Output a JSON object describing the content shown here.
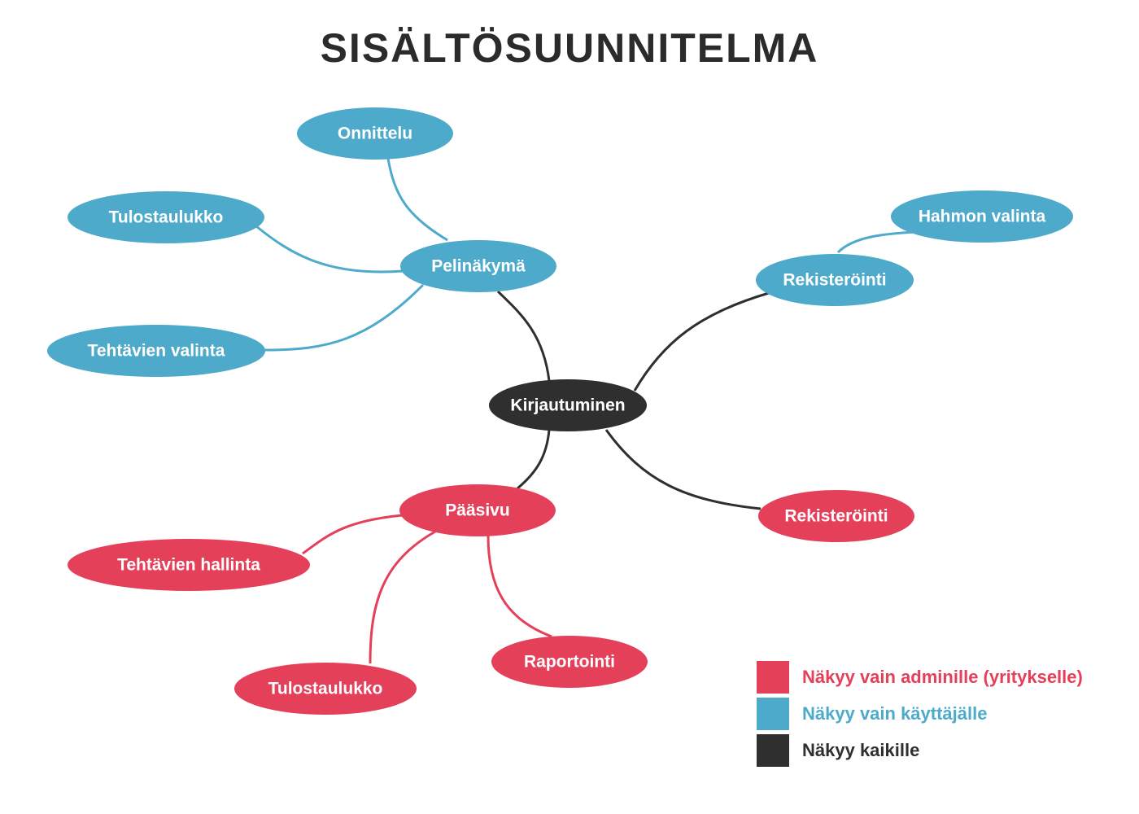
{
  "title": "SISÄLTÖSUUNNITELMA",
  "colors": {
    "admin": "#e5405a",
    "user": "#4eaacb",
    "all": "#2f2f2f"
  },
  "nodes": {
    "kirjautuminen": "Kirjautuminen",
    "pelinakyma": "Pelinäkymä",
    "onnittelu": "Onnittelu",
    "tulostaulukko_user": "Tulostaulukko",
    "tehtavien_valinta": "Tehtävien valinta",
    "rekisterointi_user": "Rekisteröinti",
    "hahmon_valinta": "Hahmon valinta",
    "paasivu": "Pääsivu",
    "tehtavien_hallinta": "Tehtävien hallinta",
    "tulostaulukko_admin": "Tulostaulukko",
    "raportointi": "Raportointi",
    "rekisterointi_admin": "Rekisteröinti"
  },
  "legend": [
    {
      "label": "Näkyy vain adminille (yritykselle)",
      "color": "#e5405a"
    },
    {
      "label": "Näkyy vain käyttäjälle",
      "color": "#4eaacb"
    },
    {
      "label": "Näkyy kaikille",
      "color": "#2f2f2f"
    }
  ]
}
